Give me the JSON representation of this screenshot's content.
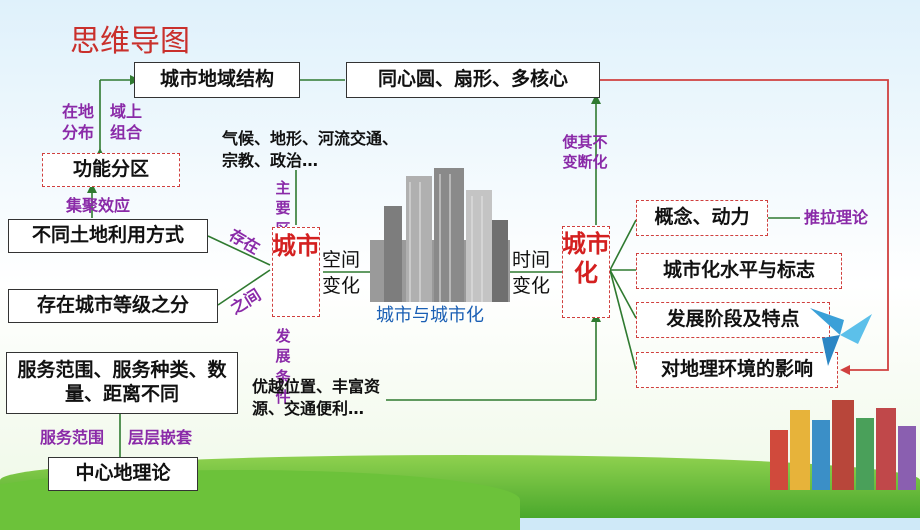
{
  "title": "思维导图",
  "nodes": {
    "structure": "城市地域结构",
    "models": "同心圆、扇形、多核心",
    "functional_zones": "功能分区",
    "land_use": "不同土地利用方式",
    "city_levels": "存在城市等级之分",
    "service": "服务范围、服务种类、数量、距离不同",
    "central_place": "中心地理论",
    "concept": "概念、动力",
    "level_sign": "城市化水平与标志",
    "stages": "发展阶段及特点",
    "impact": "对地理环境的影响"
  },
  "labels": {
    "zone_distribution": "在地分布",
    "zone_combination": "域上组合",
    "agglomeration": "集聚效应",
    "exists": "存在",
    "between": "之间",
    "service_range": "服务范围",
    "hierarchy": "层层嵌套",
    "push_pull": "推拉理论",
    "main_location": "主要区位",
    "dev_conditions": "发展条件",
    "cause_change": "使其不变断化"
  },
  "text": {
    "factors": "气候、地形、河流交通、宗教、政治…",
    "conditions": "优越位置、丰富资源、交通便利…",
    "city": "城市",
    "urbanization": "城市化",
    "space_change": "空间变化",
    "time_change": "时间变化",
    "caption": "城市与城市化"
  }
}
